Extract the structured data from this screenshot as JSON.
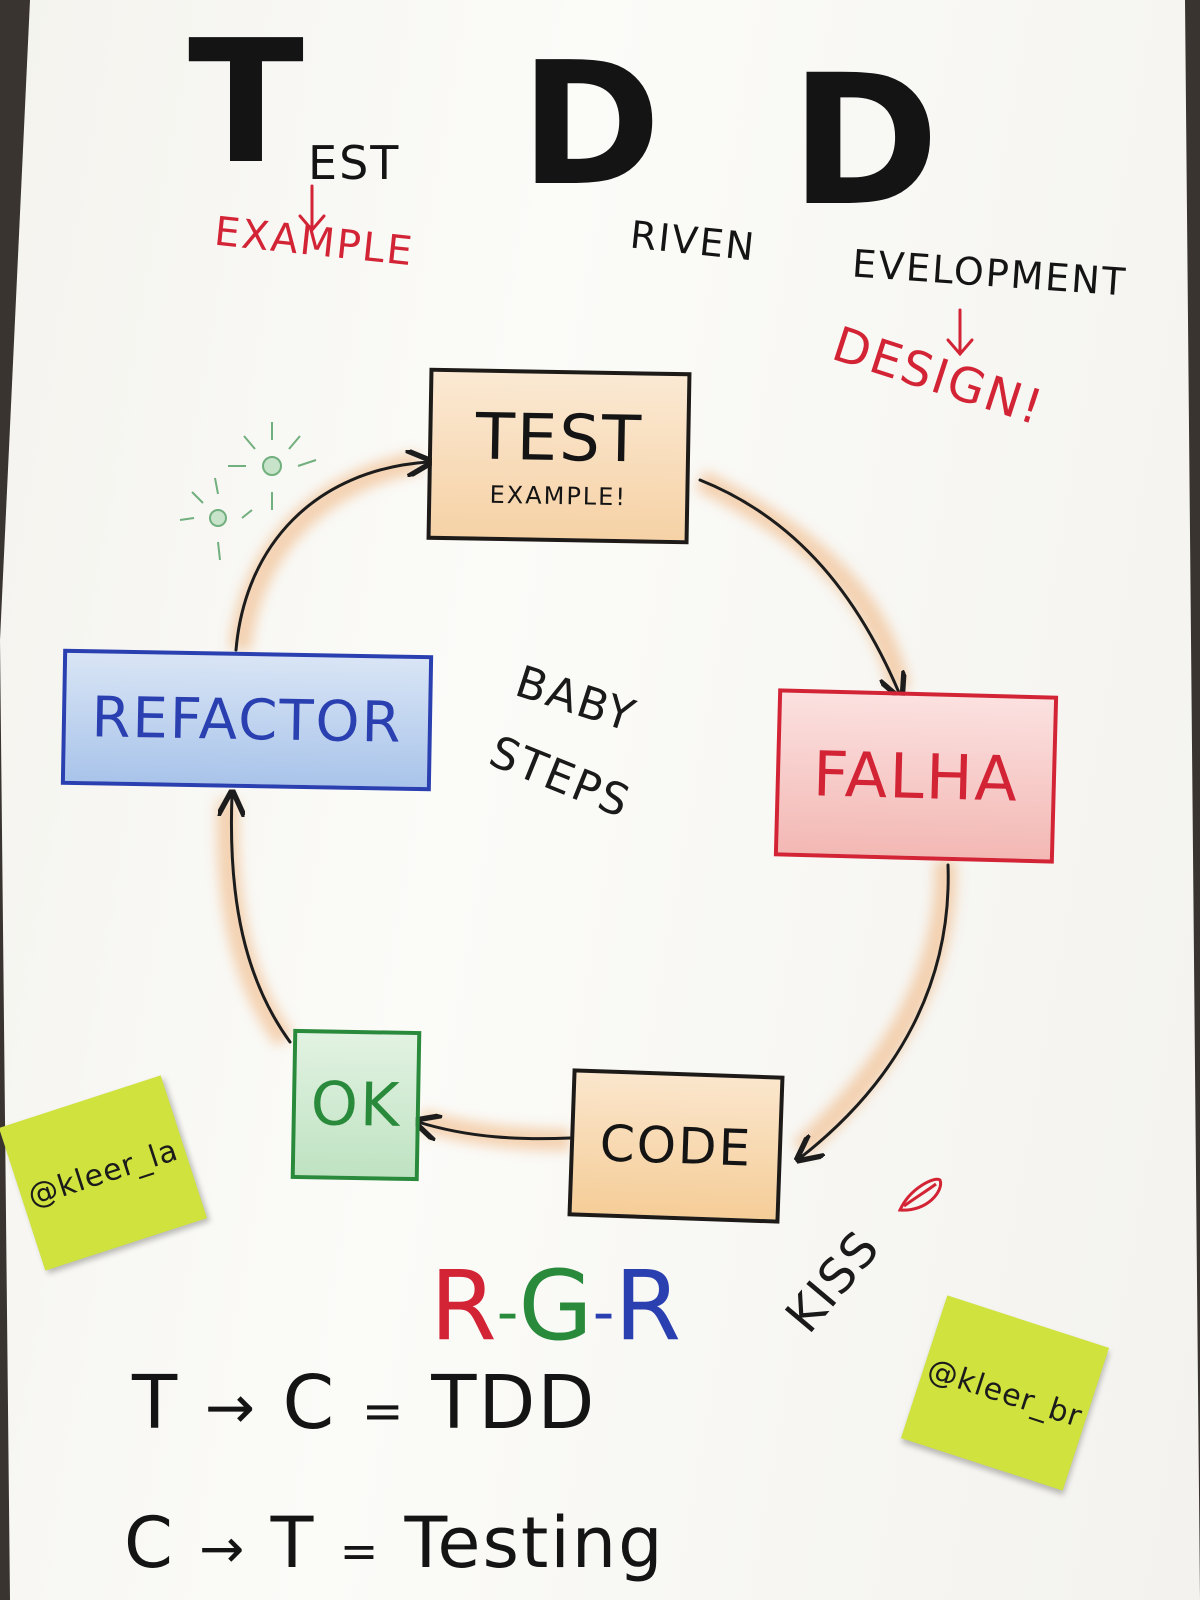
{
  "title": {
    "t": "T",
    "d1": "D",
    "d2": "D"
  },
  "subtitle": {
    "est": "EST",
    "example": "EXAMPLE",
    "riven": "RIVEN",
    "evelopment": "EVELOPMENT",
    "design": "DESIGN!"
  },
  "cycle": {
    "test": "TEST",
    "test_example": "EXAMPLE!",
    "falha": "FALHA",
    "code": "CODE",
    "ok": "OK",
    "refactor": "REFACTOR",
    "center_line1": "BABY",
    "center_line2": "STEPS",
    "kiss": "KISS"
  },
  "rgr": {
    "r1": "R",
    "dash1": "-",
    "g": "G",
    "dash2": "-",
    "r2": "R"
  },
  "formulas": {
    "f1_left": "T",
    "f1_arrow": "→",
    "f1_mid": "C",
    "f1_eq": "=",
    "f1_right": "TDD",
    "f2_left": "C",
    "f2_arrow": "→",
    "f2_mid": "T",
    "f2_eq": "=",
    "f2_right": "Testing"
  },
  "notes": {
    "left": "@kleer_la",
    "right": "@kleer_br"
  },
  "colors": {
    "ink": "#141414",
    "red": "#d32436",
    "blue": "#2a3fb0",
    "green": "#2a8a3c",
    "orange": "#e8a25c",
    "sticky": "#cfe23e"
  }
}
